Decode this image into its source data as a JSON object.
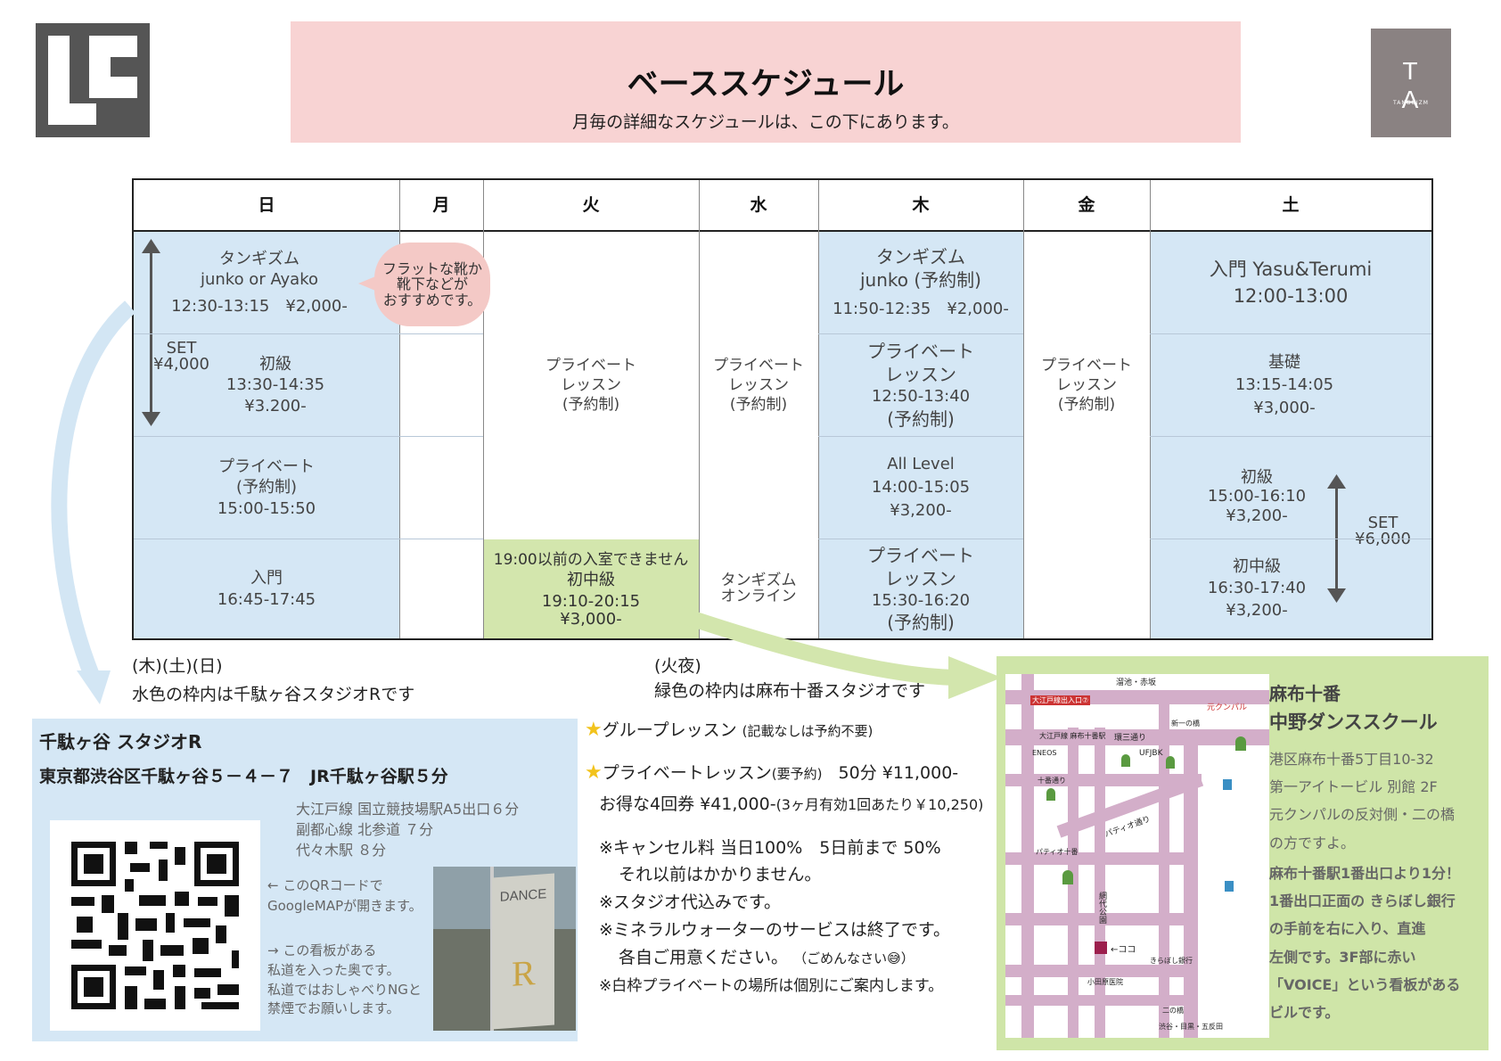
{
  "header": {
    "title": "ベーススケジュール",
    "subtitle": "月毎の詳細なスケジュールは、この下にあります。"
  },
  "logos": {
    "left": "LC",
    "right_big": "T A",
    "right_small": "TANGUIZM"
  },
  "days": [
    "日",
    "月",
    "火",
    "水",
    "木",
    "金",
    "土"
  ],
  "sun": {
    "c1": {
      "l1": "タンギズム",
      "l2": "junko or Ayako",
      "l3": "12:30-13:15　¥2,000-"
    },
    "set": {
      "l1": "SET",
      "l2": "¥4,000"
    },
    "c2": {
      "l1": "初級",
      "l2": "13:30-14:35",
      "l3": "¥3.200-"
    },
    "c3": {
      "l1": "プライベート",
      "l2": "(予約制)",
      "l3": "15:00-15:50"
    },
    "c4": {
      "l1": "入門",
      "l2": "16:45-17:45"
    }
  },
  "bubble": {
    "l1": "フラットな靴か",
    "l2": "靴下などが",
    "l3": "おすすめです。"
  },
  "tue": {
    "priv": {
      "l1": "プライベート",
      "l2": "レッスン",
      "l3": "(予約制)"
    },
    "night": {
      "l1": "19:00以前の入室できません",
      "l2": "初中級",
      "l3": "19:10-20:15",
      "l4": "¥3,000-"
    }
  },
  "wed": {
    "priv": {
      "l1": "プライベート",
      "l2": "レッスン",
      "l3": "(予約制)"
    },
    "online": {
      "l1": "タンギズム",
      "l2": "オンライン"
    }
  },
  "thu": {
    "c1": {
      "l1": "タンギズム",
      "l2": "junko (予約制)",
      "l3": "11:50-12:35　¥2,000-"
    },
    "c2": {
      "l1": "プライベート",
      "l2": "レッスン",
      "l3": "12:50-13:40",
      "l4": "(予約制)"
    },
    "c3": {
      "l1": "All Level",
      "l2": "14:00-15:05",
      "l3": "¥3,200-"
    },
    "c4": {
      "l1": "プライベート",
      "l2": "レッスン",
      "l3": "15:30-16:20",
      "l4": "(予約制)"
    }
  },
  "fri": {
    "priv": {
      "l1": "プライベート",
      "l2": "レッスン",
      "l3": "(予約制)"
    }
  },
  "sat": {
    "c1": {
      "l1": "入門 Yasu&Terumi",
      "l2": "12:00-13:00"
    },
    "c2": {
      "l1": "基礎",
      "l2": "13:15-14:05",
      "l3": "¥3,000-"
    },
    "c3": {
      "l1": "初級",
      "l2": "15:00-16:10",
      "l3": "¥3,200-"
    },
    "c4": {
      "l1": "初中級",
      "l2": "16:30-17:40",
      "l3": "¥3,200-"
    },
    "set": {
      "l1": "SET",
      "l2": "¥6,000"
    }
  },
  "notes": {
    "blue_days": "(木)(土)(日)",
    "blue_text": "水色の枠内は千駄ヶ谷スタジオRです",
    "green_days": "(火夜)",
    "green_text": "緑色の枠内は麻布十番スタジオです"
  },
  "sendagaya": {
    "name": "千駄ヶ谷 スタジオR",
    "address": "東京都渋谷区千駄ヶ谷５－４－７　JR千駄ヶ谷駅５分",
    "access": [
      "大江戸線 国立競技場駅A5出口６分",
      "副都心線 北参道 ７分",
      "代々木駅 ８分"
    ],
    "qr_note": [
      "← このQRコードで",
      "GoogleMAPが開きます。"
    ],
    "sign_note": [
      "→ この看板がある",
      "私道を入った奥です。",
      "私道ではおしゃべりNGと",
      "禁煙でお願いします。"
    ],
    "sign_text": "DANCE"
  },
  "info": {
    "group": "グループレッスン",
    "group_note": "(記載なしは予約不要)",
    "private": "プライベートレッスン",
    "private_note": "(要予約)",
    "private_price": "50分 ¥11,000-",
    "ticket": "お得な4回券 ¥41,000-",
    "ticket_note": "(3ヶ月有効1回あたり￥10,250)",
    "cancel1": "※キャンセル料 当日100%　5日前まで 50%",
    "cancel2": "それ以前はかかりません。",
    "tax": "※スタジオ代込みです。",
    "water1": "※ミネラルウォーターのサービスは終了です。",
    "water2": "各自ご用意ください。",
    "water_note": "（ごめんなさい",
    "water_note_end": "）",
    "white": "※白枠プライベートの場所は個別にご案内します。"
  },
  "azabu": {
    "name1": "麻布十番",
    "name2": "中野ダンススクール",
    "addr1": "港区麻布十番5丁目10-32",
    "addr2": "第一アイトービル 別館 2F",
    "addr3": "元クンパルの反対側・二の橋",
    "addr4": "の方ですよ。",
    "d1": "麻布十番駅1番出口より1分！",
    "d2": "1番出口正面の きらぼし銀行",
    "d3": "の手前を右に入り、直進",
    "d4": "左側です。3F部に赤い",
    "d5": "「VOICE」という看板がある",
    "d6": "ビルです。"
  },
  "map": {
    "top": "溜池・赤坂",
    "exit": "大江戸線出入口⑦",
    "kumpal": "元クンパル",
    "station": "大江戸線 麻布十番駅",
    "street3": "環三通り",
    "ufj": "UFJBK",
    "eneos": "ENEOS",
    "patio": "パティオ十番",
    "patio_st": "パティオ通り",
    "koko": "←ココ",
    "kiraboshi": "きらぼし銀行",
    "park": "網代公園",
    "hospital": "小田原医院",
    "bottom": "渋谷・目黒・五反田",
    "nino": "二の橋",
    "nino2": "新一の橋",
    "jubanst": "十番通り"
  },
  "colors": {
    "pink": "#f8d3d3",
    "blue": "#d5e7f5",
    "green": "#d3e6ad"
  }
}
